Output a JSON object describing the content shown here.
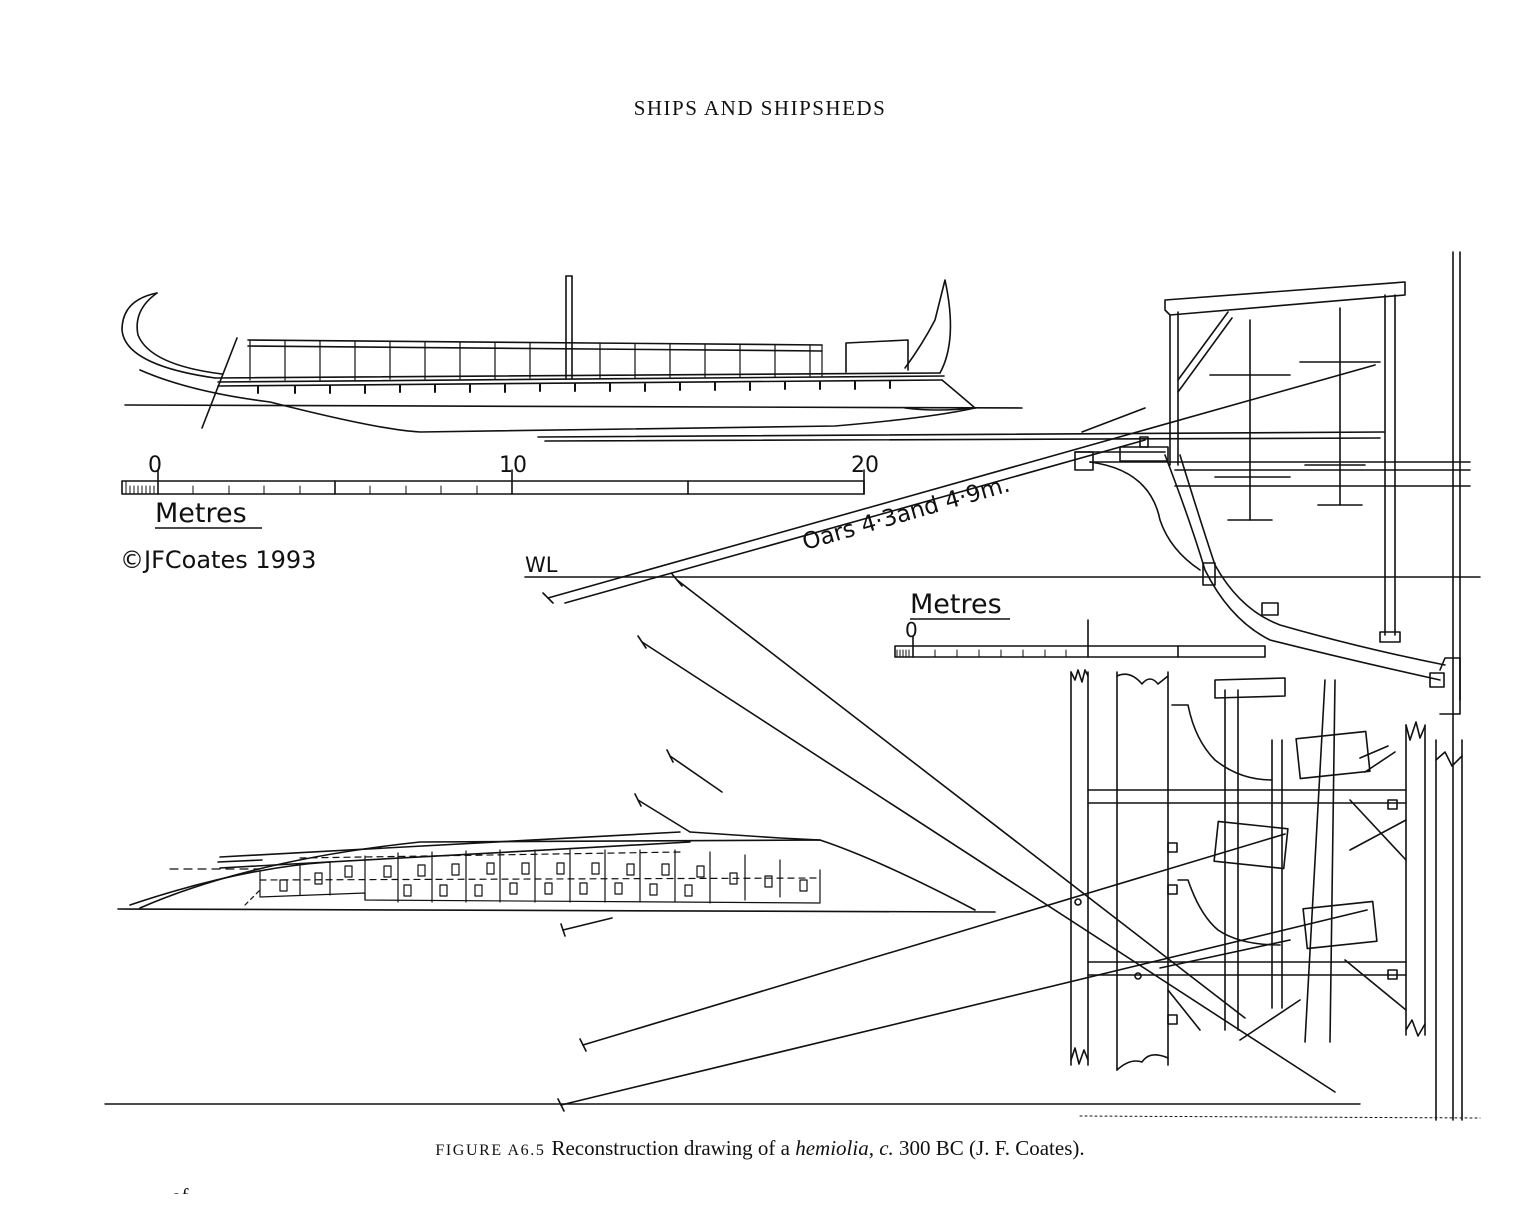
{
  "page": {
    "running_head": "SHIPS AND SHIPSHEDS"
  },
  "figure": {
    "scale_top": {
      "ticks": [
        "0",
        "10",
        "20"
      ],
      "unit": "Metres"
    },
    "copyright": "©JFCoates 1993",
    "waterline_label": "WL",
    "oars_label": "Oars 4·3and 4·9m.",
    "scale_section": {
      "tick": "0",
      "unit": "Metres"
    }
  },
  "caption": {
    "label": "FIGURE A6.5",
    "text_before": "Reconstruction drawing of a ",
    "ship_type": "hemiolia,",
    "circa": "c.",
    "text_after": " 300 BC (J. F. Coates)."
  },
  "bottom_fragment": "... of ..."
}
